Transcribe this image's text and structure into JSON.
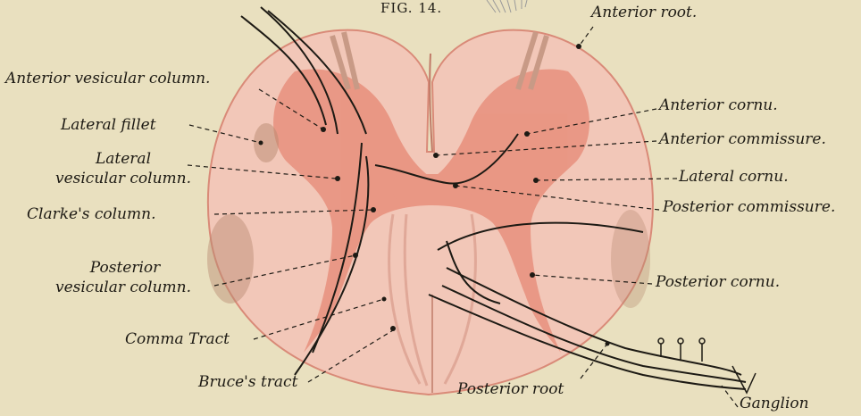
{
  "figure": {
    "title": "FIG. 14.",
    "labels": {
      "anterior_root": "Anterior root.",
      "anterior_vesicular_column": "Anterior vesicular column.",
      "lateral_fillet": "Lateral fillet",
      "lateral_vesicular_column_1": "Lateral",
      "lateral_vesicular_column_2": "vesicular column.",
      "clarkes_column": "Clarke's column.",
      "posterior_vesicular_column_1": "Posterior",
      "posterior_vesicular_column_2": "vesicular column.",
      "comma_tract": "Comma Tract",
      "bruces_tract": "Bruce's tract",
      "anterior_cornu": "Anterior cornu.",
      "anterior_commissure": "Anterior commissure.",
      "lateral_cornu": "Lateral cornu.",
      "posterior_commissure": "Posterior commissure.",
      "posterior_cornu": "Posterior cornu.",
      "posterior_root": "Posterior root",
      "ganglion": "Ganglion"
    },
    "colors": {
      "background": "#e9e0bf",
      "white_matter": "#f2c7b8",
      "grey_matter": "#e88f7c",
      "ink": "#1d1a14"
    }
  }
}
